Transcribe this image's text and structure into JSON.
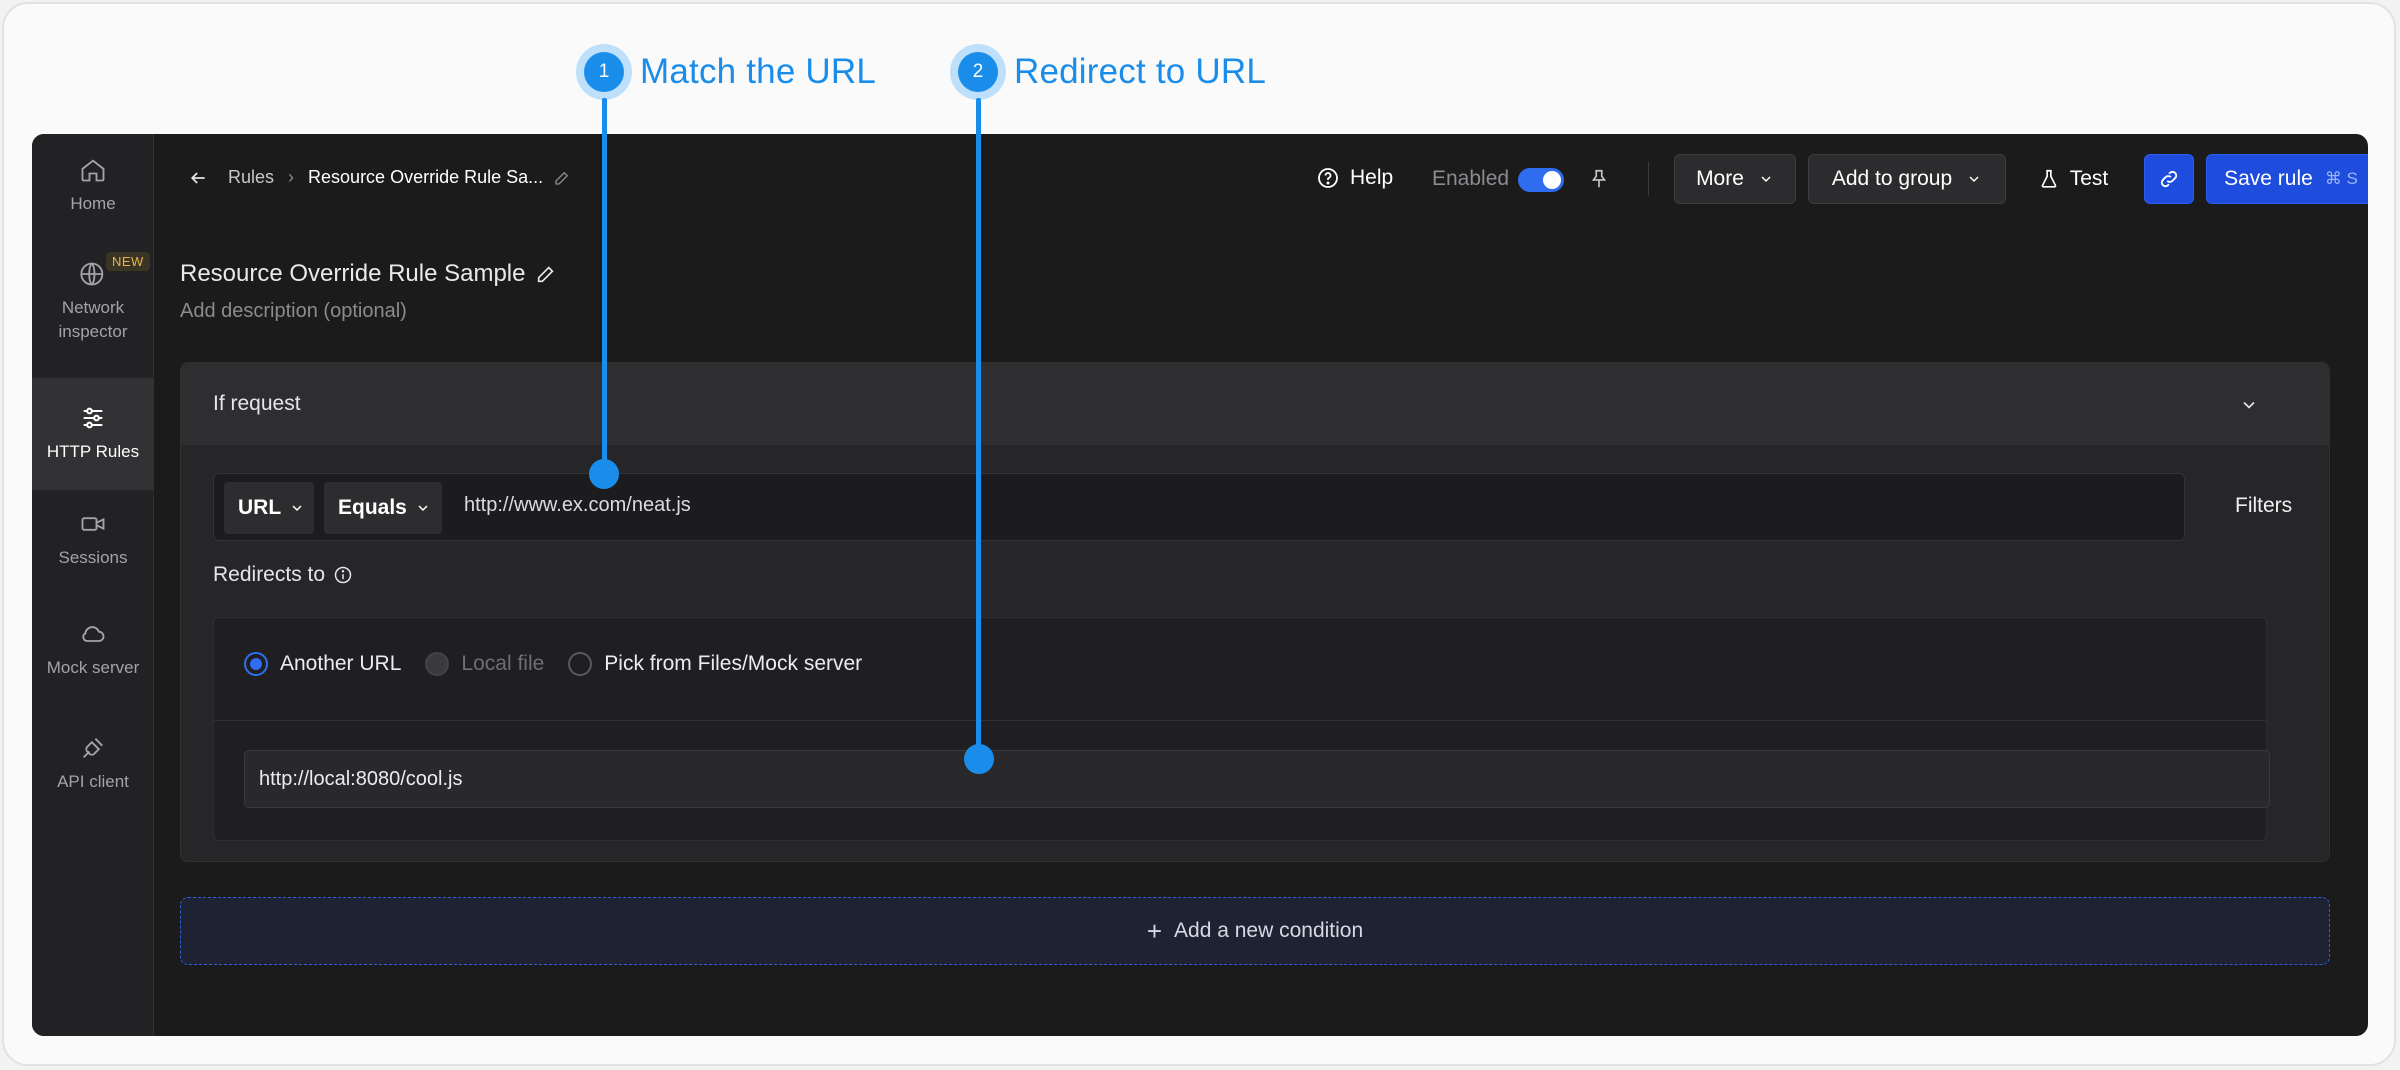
{
  "callouts": [
    {
      "number": "1",
      "label": "Match the URL"
    },
    {
      "number": "2",
      "label": "Redirect to URL"
    }
  ],
  "sidebar": {
    "items": [
      {
        "label": "Home",
        "icon": "home-icon"
      },
      {
        "label": "Network inspector",
        "icon": "globe-icon",
        "badge": "NEW"
      },
      {
        "label": "HTTP Rules",
        "icon": "sliders-icon",
        "active": true
      },
      {
        "label": "Sessions",
        "icon": "video-icon"
      },
      {
        "label": "Mock server",
        "icon": "cloud-icon"
      },
      {
        "label": "API client",
        "icon": "plug-icon"
      }
    ]
  },
  "header": {
    "breadcrumb_root": "Rules",
    "breadcrumb_current": "Resource Override Rule Sa...",
    "help_label": "Help",
    "enabled_label": "Enabled",
    "more_label": "More",
    "add_to_group_label": "Add to group",
    "test_label": "Test",
    "save_label": "Save rule",
    "save_shortcut": "⌘ S"
  },
  "rule": {
    "title": "Resource Override Rule Sample",
    "description_placeholder": "Add description (optional)"
  },
  "condition": {
    "header": "If request",
    "match_field": "URL",
    "operator": "Equals",
    "url_value": "http://www.ex.com/neat.js",
    "filters_label": "Filters"
  },
  "redirect": {
    "label": "Redirects to",
    "options": [
      "Another URL",
      "Local file",
      "Pick from Files/Mock server"
    ],
    "selected": "Another URL",
    "destination": "http://local:8080/cool.js"
  },
  "add_condition_label": "Add a new condition",
  "colors": {
    "accent": "#1a8dea",
    "primary_button": "#1e4ddd",
    "toggle": "#2f6df0"
  }
}
